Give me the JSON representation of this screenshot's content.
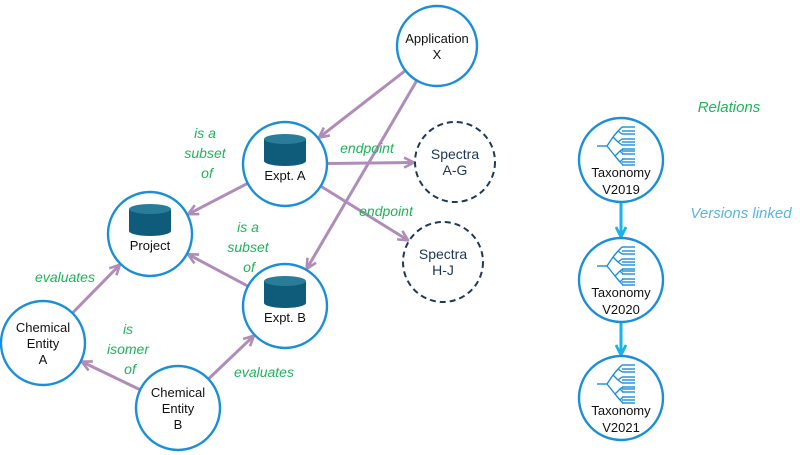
{
  "colors": {
    "node_stroke": "#1a8fd8",
    "dashed_stroke": "#1e3a5a",
    "relation_edge": "#b08cb8",
    "version_edge": "#1ab2ea",
    "relation_text": "#1fb35a",
    "version_text": "#5bb5e0",
    "database_fill": "#0f5c7a",
    "database_top": "#2a7d98",
    "tree_color": "#1a8fd8"
  },
  "nodes": [
    {
      "id": "app_x",
      "lines": [
        "Application",
        "X"
      ],
      "icon": "none",
      "style": "solid"
    },
    {
      "id": "expt_a",
      "lines": [
        "Expt. A"
      ],
      "icon": "database-icon",
      "style": "solid"
    },
    {
      "id": "spectra_ag",
      "lines": [
        "Spectra",
        "A-G"
      ],
      "icon": "none",
      "style": "dashed"
    },
    {
      "id": "spectra_hj",
      "lines": [
        "Spectra",
        "H-J"
      ],
      "icon": "none",
      "style": "dashed"
    },
    {
      "id": "project",
      "lines": [
        "Project"
      ],
      "icon": "database-icon",
      "style": "solid"
    },
    {
      "id": "expt_b",
      "lines": [
        "Expt. B"
      ],
      "icon": "database-icon",
      "style": "solid"
    },
    {
      "id": "chem_a",
      "lines": [
        "Chemical",
        "Entity",
        "A"
      ],
      "icon": "none",
      "style": "solid"
    },
    {
      "id": "chem_b",
      "lines": [
        "Chemical",
        "Entity",
        "B"
      ],
      "icon": "none",
      "style": "solid"
    },
    {
      "id": "tax_2019",
      "lines": [
        "Taxonomy",
        "V2019"
      ],
      "icon": "tree-icon",
      "style": "solid"
    },
    {
      "id": "tax_2020",
      "lines": [
        "Taxonomy",
        "V2020"
      ],
      "icon": "tree-icon",
      "style": "solid"
    },
    {
      "id": "tax_2021",
      "lines": [
        "Taxonomy",
        "V2021"
      ],
      "icon": "tree-icon",
      "style": "solid"
    }
  ],
  "edges": [
    {
      "from": "app_x",
      "to": "expt_a",
      "kind": "relation",
      "label": ""
    },
    {
      "from": "app_x",
      "to": "expt_b",
      "kind": "relation",
      "label": ""
    },
    {
      "from": "expt_a",
      "to": "project",
      "kind": "relation",
      "label": "is a subset of"
    },
    {
      "from": "expt_a",
      "to": "spectra_ag",
      "kind": "relation",
      "label": "endpoint"
    },
    {
      "from": "expt_a",
      "to": "spectra_hj",
      "kind": "relation",
      "label": "endpoint"
    },
    {
      "from": "expt_b",
      "to": "project",
      "kind": "relation",
      "label": "is a subset of"
    },
    {
      "from": "chem_a",
      "to": "project",
      "kind": "relation",
      "label": "evaluates"
    },
    {
      "from": "chem_b",
      "to": "chem_a",
      "kind": "relation",
      "label": "is isomer of"
    },
    {
      "from": "chem_b",
      "to": "expt_b",
      "kind": "relation",
      "label": "evaluates"
    },
    {
      "from": "tax_2019",
      "to": "tax_2020",
      "kind": "version",
      "label": ""
    },
    {
      "from": "tax_2020",
      "to": "tax_2021",
      "kind": "version",
      "label": ""
    }
  ],
  "edge_labels": {
    "expt_a_project": [
      "is a",
      "subset",
      "of"
    ],
    "expt_b_project": [
      "is a",
      "subset",
      "of"
    ],
    "endpoint_1": [
      "endpoint"
    ],
    "endpoint_2": [
      "endpoint"
    ],
    "evaluates_project": [
      "evaluates"
    ],
    "isomer": [
      "is",
      "isomer",
      "of"
    ],
    "evaluates_exptb": [
      "evaluates"
    ]
  },
  "legend": {
    "relations": "Relations",
    "versions_linked": "Versions linked"
  }
}
